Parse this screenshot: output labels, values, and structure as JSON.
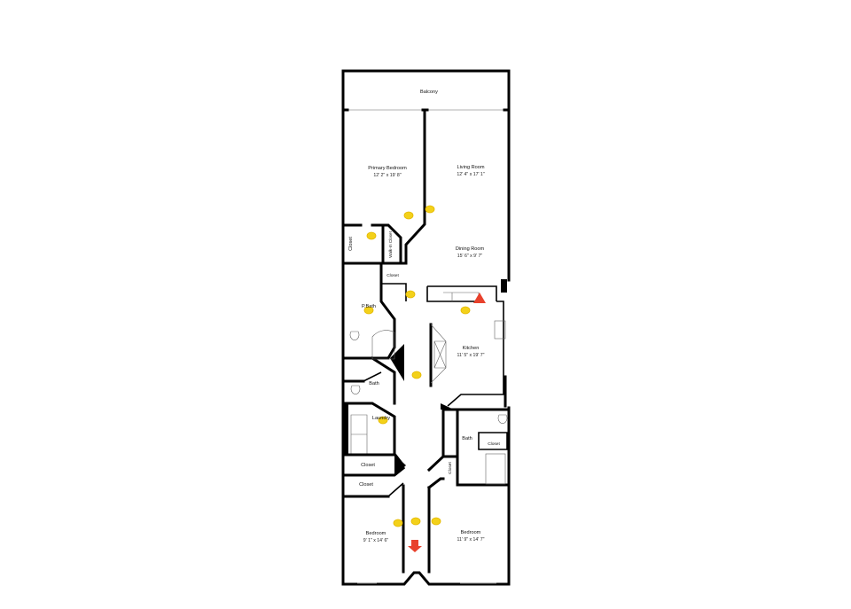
{
  "floorplan": {
    "rooms": [
      {
        "name": "Balcony",
        "dims": ""
      },
      {
        "name": "Primary Bedroom",
        "dims": "12' 2\" x 19' 8\""
      },
      {
        "name": "Living Room",
        "dims": "12' 4\" x 17' 1\""
      },
      {
        "name": "Dining Room",
        "dims": "15' 6\" x 9' 7\""
      },
      {
        "name": "Closet",
        "dims": ""
      },
      {
        "name": "Walk-In Closet",
        "dims": ""
      },
      {
        "name": "Closet",
        "dims": ""
      },
      {
        "name": "P.Bath",
        "dims": ""
      },
      {
        "name": "Kitchen",
        "dims": "11' 5\" x 19' 7\""
      },
      {
        "name": "Bath",
        "dims": ""
      },
      {
        "name": "Laundry",
        "dims": ""
      },
      {
        "name": "Closet",
        "dims": ""
      },
      {
        "name": "Bath",
        "dims": ""
      },
      {
        "name": "Closet",
        "dims": ""
      },
      {
        "name": "Closet",
        "dims": ""
      },
      {
        "name": "Closet",
        "dims": ""
      },
      {
        "name": "Bedroom",
        "dims": "9' 1\" x 14' 6\""
      },
      {
        "name": "Bedroom",
        "dims": "11' 9\" x 14' 7\""
      }
    ],
    "markers": {
      "light_fixture_icon": "yellow-ceiling-light-icon",
      "warning_icon": "red-warning-triangle-icon",
      "entry_icon": "red-entry-arrow-icon"
    },
    "colors": {
      "wall": "#000000",
      "light": "#f3d11a",
      "marker": "#e8412c"
    }
  }
}
